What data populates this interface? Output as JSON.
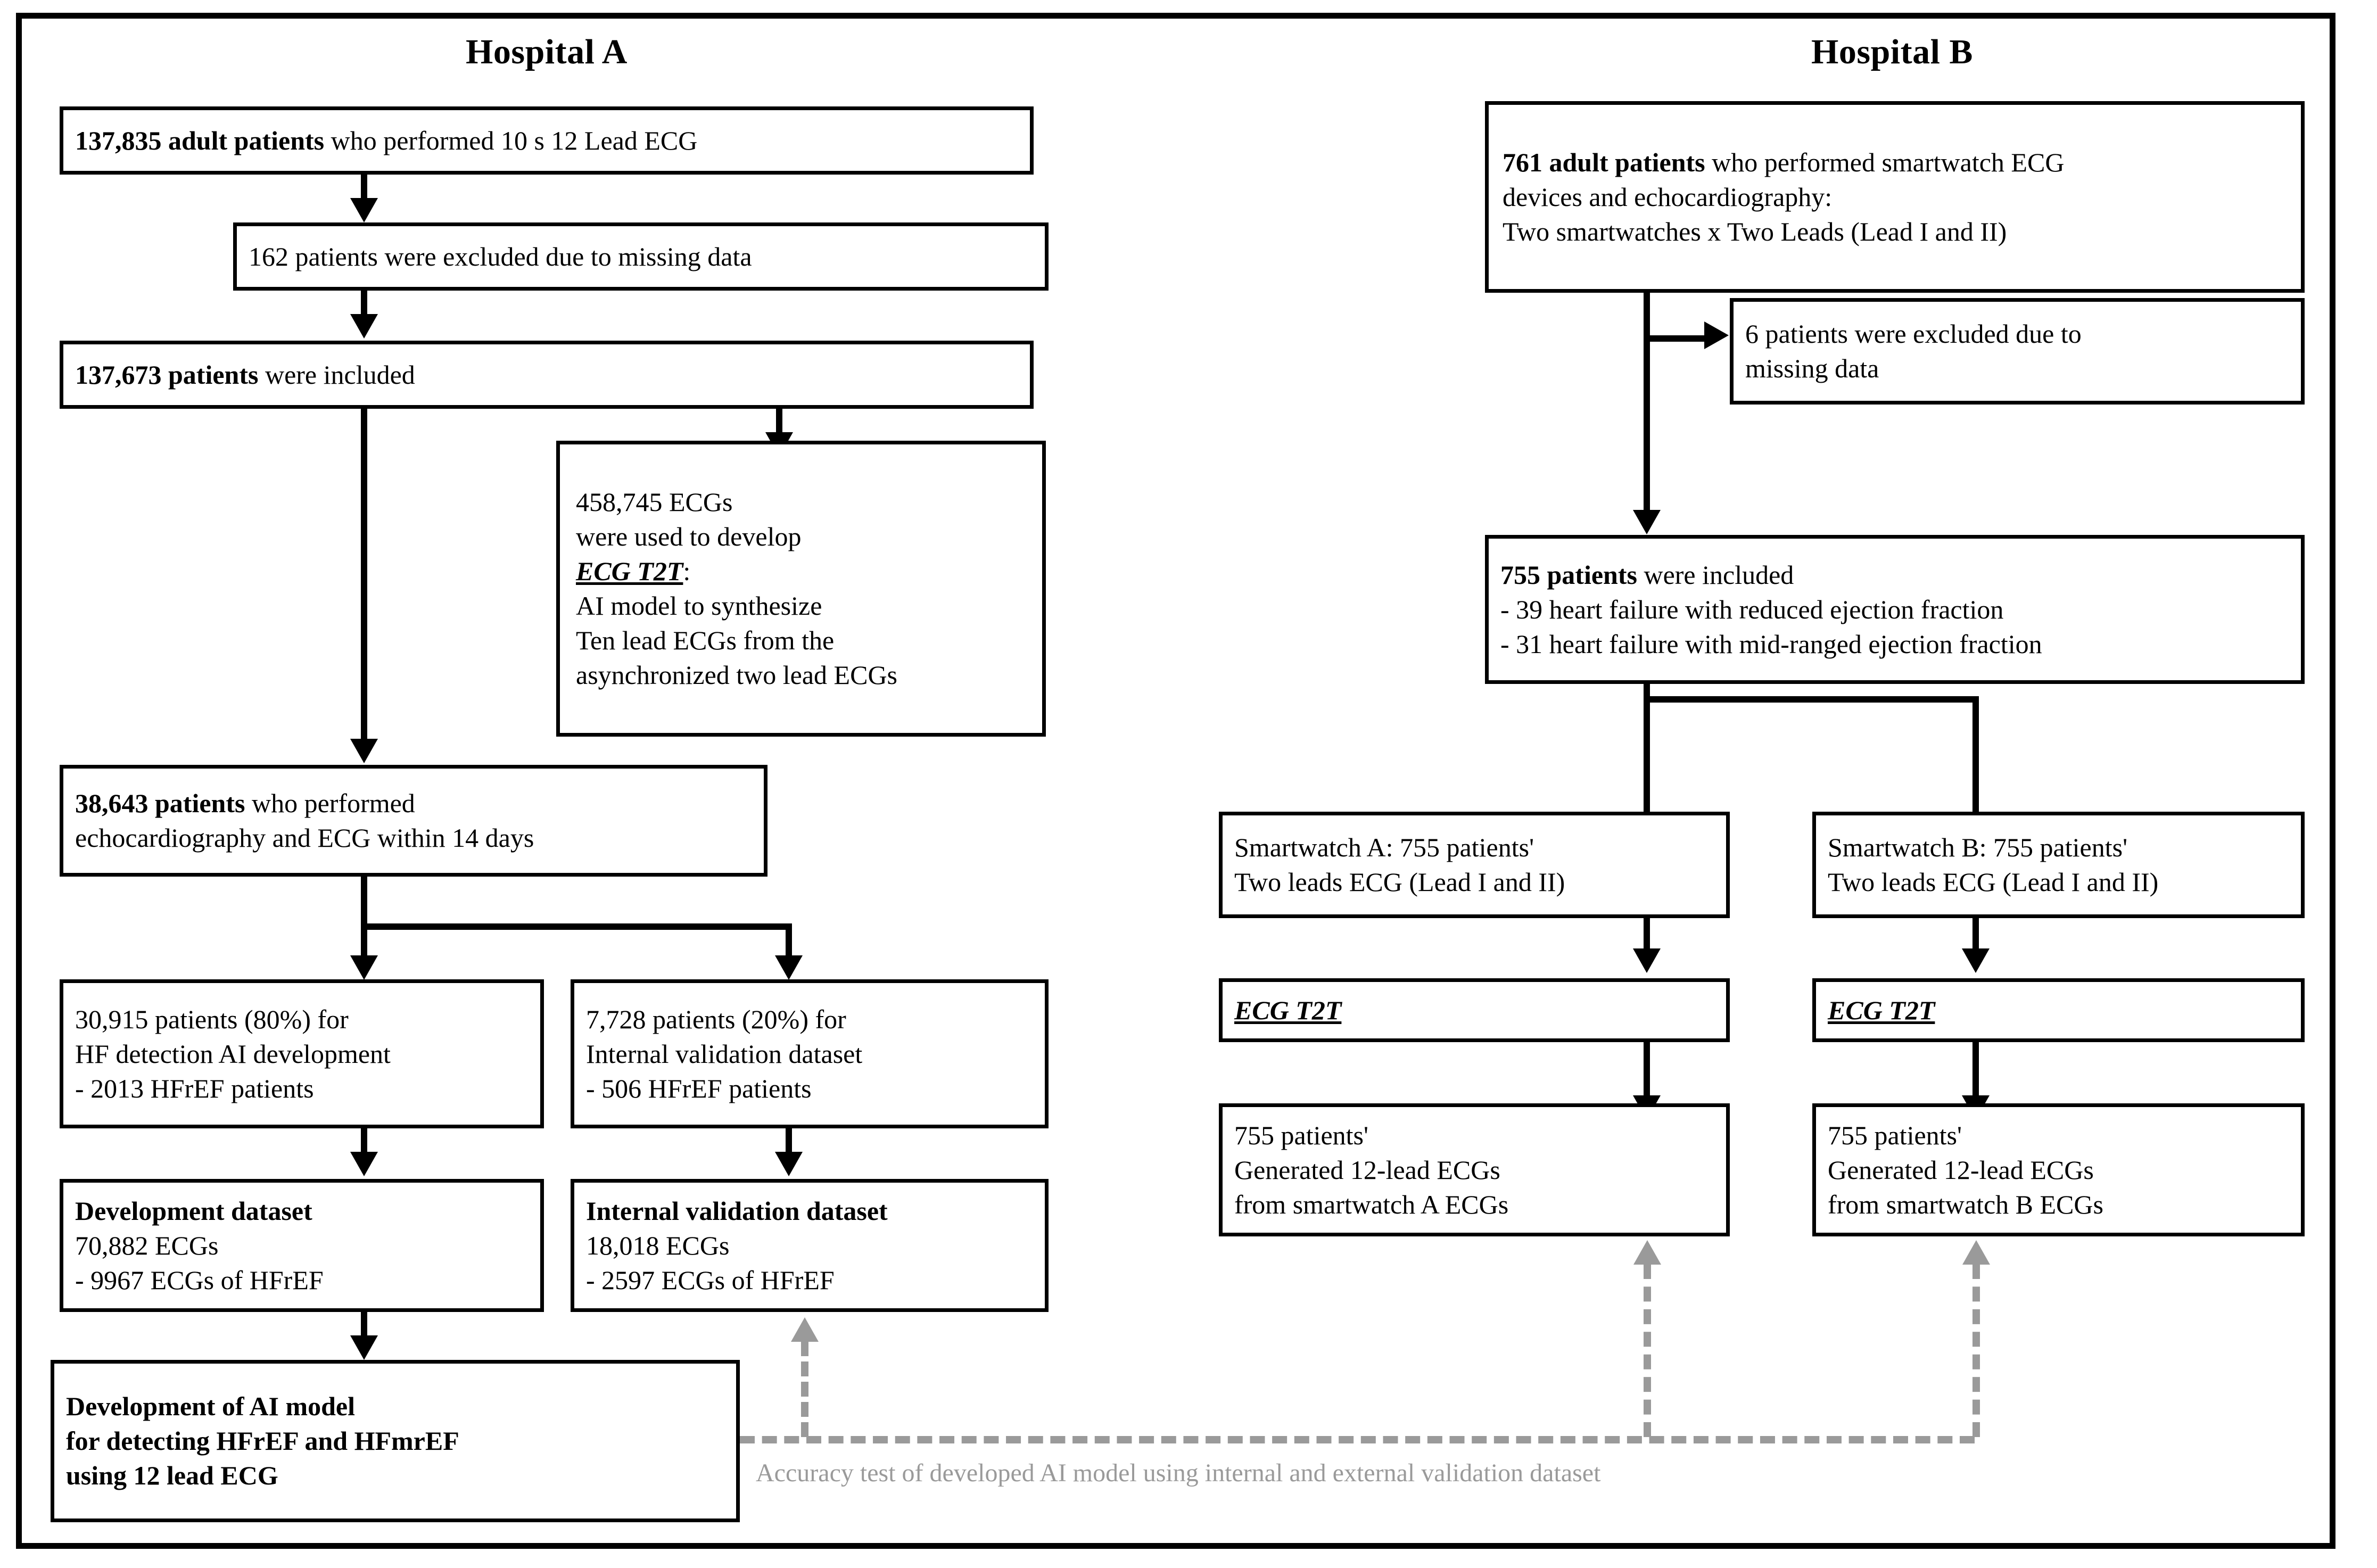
{
  "figure": {
    "type": "flowchart",
    "description": "Study patient-selection flow diagram for ECG T2T and HF detection AI model"
  },
  "colors": {
    "line": "#000000",
    "dashed": "#9a9a9a",
    "box_border": "#000000",
    "background": "#ffffff"
  },
  "hospital_a": {
    "title": "Hospital A",
    "boxes": {
      "total_patients": {
        "bold_prefix": "137,835 adult patients",
        "rest": " who performed 10 s 12 Lead ECG"
      },
      "excluded": {
        "line1": "162 patients were excluded due to missing data"
      },
      "included": {
        "bold_prefix": "137,673 patients",
        "rest": " were included"
      },
      "ecg_t2t_dev": {
        "line1": "458,745 ECGs",
        "line2": "were used to develop",
        "line3_emph": "ECG T2T",
        "line3_suffix": ":",
        "line4": "AI model to synthesize",
        "line5": "Ten lead ECGs from the",
        "line6": "asynchronized two lead ECGs"
      },
      "echo_matched": {
        "bold_prefix": "38,643 patients",
        "rest": " who performed",
        "line2": "echocardiography and ECG within 14 days"
      },
      "train_split": {
        "line1": "30,915 patients (80%) for",
        "line2": "HF detection AI development",
        "line3": "- 2013 HFrEF patients"
      },
      "val_split": {
        "line1": "7,728 patients (20%) for",
        "line2": "Internal validation dataset",
        "line3": "- 506 HFrEF patients"
      },
      "development_dataset": {
        "title": "Development dataset",
        "line2": "70,882 ECGs",
        "line3": "-  9967 ECGs of HFrEF"
      },
      "internal_validation_dataset": {
        "title": "Internal validation dataset",
        "line2": "18,018 ECGs",
        "line3": "-  2597 ECGs of HFrEF"
      },
      "ai_model_development": {
        "line1": "Development of AI model",
        "line2": "for detecting HFrEF and HFmrEF",
        "line3": "using 12 lead ECG"
      }
    }
  },
  "hospital_b": {
    "title": "Hospital B",
    "boxes": {
      "total_patients": {
        "bold_prefix": "761 adult patients",
        "rest": " who performed smartwatch ECG",
        "line2": "devices and echocardiography:",
        "line3": "Two smartwatches x Two Leads (Lead I and II)"
      },
      "excluded": {
        "line1": "6 patients were excluded due to",
        "line2": "missing data"
      },
      "included": {
        "bold_prefix": "755 patients",
        "rest": " were included",
        "line2": "- 39 heart failure with reduced ejection fraction",
        "line3": "- 31 heart failure with mid-ranged ejection fraction"
      },
      "smartwatch_a": {
        "line1": "Smartwatch A: 755 patients'",
        "line2": "Two leads ECG (Lead I and II)"
      },
      "smartwatch_b": {
        "line1": "Smartwatch B: 755 patients'",
        "line2": "Two leads ECG (Lead I and II)"
      },
      "ecg_t2t_a": {
        "label": "ECG T2T"
      },
      "ecg_t2t_b": {
        "label": "ECG T2T"
      },
      "generated_a": {
        "line1": "755 patients'",
        "line2": "Generated 12-lead ECGs",
        "line3": "from smartwatch A ECGs"
      },
      "generated_b": {
        "line1": "755 patients'",
        "line2": "Generated 12-lead ECGs",
        "line3": "from smartwatch B ECGs"
      }
    }
  },
  "footer": {
    "accuracy_caption": "Accuracy test of developed AI model using internal and external validation dataset"
  }
}
